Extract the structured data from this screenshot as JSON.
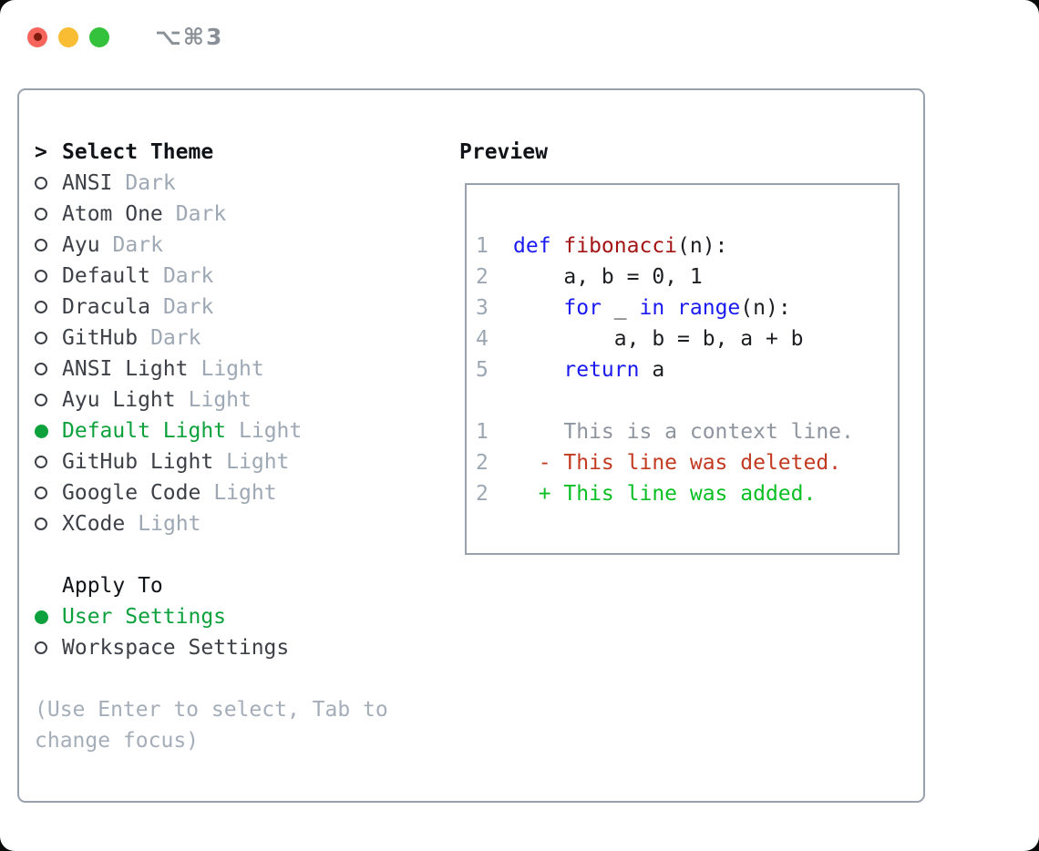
{
  "titlebar": {
    "title": "⌥⌘3",
    "buttons": [
      "close",
      "minimize",
      "zoom"
    ]
  },
  "panel": {
    "select_theme": {
      "cursor": ">",
      "heading": "Select Theme",
      "themes": [
        {
          "name": "ANSI",
          "variant": "Dark",
          "selected": false
        },
        {
          "name": "Atom One",
          "variant": "Dark",
          "selected": false
        },
        {
          "name": "Ayu",
          "variant": "Dark",
          "selected": false
        },
        {
          "name": "Default",
          "variant": "Dark",
          "selected": false
        },
        {
          "name": "Dracula",
          "variant": "Dark",
          "selected": false
        },
        {
          "name": "GitHub",
          "variant": "Dark",
          "selected": false
        },
        {
          "name": "ANSI Light",
          "variant": "Light",
          "selected": false
        },
        {
          "name": "Ayu Light",
          "variant": "Light",
          "selected": false
        },
        {
          "name": "Default Light",
          "variant": "Light",
          "selected": true
        },
        {
          "name": "GitHub Light",
          "variant": "Light",
          "selected": false
        },
        {
          "name": "Google Code",
          "variant": "Light",
          "selected": false
        },
        {
          "name": "XCode",
          "variant": "Light",
          "selected": false
        }
      ]
    },
    "apply_to": {
      "heading": "Apply To",
      "options": [
        {
          "label": "User Settings",
          "selected": true
        },
        {
          "label": "Workspace Settings",
          "selected": false
        }
      ]
    },
    "help_lines": [
      "(Use Enter to select, Tab to",
      "change focus)"
    ],
    "preview": {
      "heading": "Preview",
      "code_lines": [
        {
          "num": "1",
          "tokens": [
            {
              "c": "kw",
              "t": "def "
            },
            {
              "c": "fn",
              "t": "fibonacci"
            },
            {
              "c": "plain",
              "t": "(n):"
            }
          ]
        },
        {
          "num": "2",
          "tokens": [
            {
              "c": "plain",
              "t": "    a, b = 0, 1"
            }
          ]
        },
        {
          "num": "3",
          "tokens": [
            {
              "c": "plain",
              "t": "    "
            },
            {
              "c": "kw",
              "t": "for"
            },
            {
              "c": "plain",
              "t": " _ "
            },
            {
              "c": "kw",
              "t": "in"
            },
            {
              "c": "plain",
              "t": " "
            },
            {
              "c": "kw",
              "t": "range"
            },
            {
              "c": "plain",
              "t": "(n):"
            }
          ]
        },
        {
          "num": "4",
          "tokens": [
            {
              "c": "plain",
              "t": "        a, b = b, a + b"
            }
          ]
        },
        {
          "num": "5",
          "tokens": [
            {
              "c": "plain",
              "t": "    "
            },
            {
              "c": "kw",
              "t": "return"
            },
            {
              "c": "plain",
              "t": " a"
            }
          ]
        },
        {
          "num": "",
          "tokens": []
        },
        {
          "num": "1",
          "tokens": [
            {
              "c": "ctx",
              "t": "    This is a context line."
            }
          ]
        },
        {
          "num": "2",
          "tokens": [
            {
              "c": "del",
              "t": "  - This line was deleted."
            }
          ]
        },
        {
          "num": "2",
          "tokens": [
            {
              "c": "add",
              "t": "  + This line was added."
            }
          ]
        }
      ]
    }
  },
  "colors": {
    "ink": "#101318",
    "itemInk": "#3d4147",
    "codeInk": "#1c1e21",
    "fadedGray": "#9ea8b4",
    "helpGray": "#a4adb8",
    "lineNumGray": "#9ca7b4",
    "ctxGray": "#8e959e",
    "borderGray": "#98a1ad",
    "titleGray": "#8a9097",
    "radioStroke": "#3d4147",
    "uiGreen": "#0ca13c",
    "kwBlue": "#1a1af0",
    "fnRed": "#a31515",
    "delRed": "#c23a22",
    "addGreen": "#0bbf24",
    "trafficRed": "#f5655b",
    "trafficRedDot": "#801b10",
    "trafficYellow": "#f8bd33",
    "trafficGreen": "#34c23c"
  }
}
